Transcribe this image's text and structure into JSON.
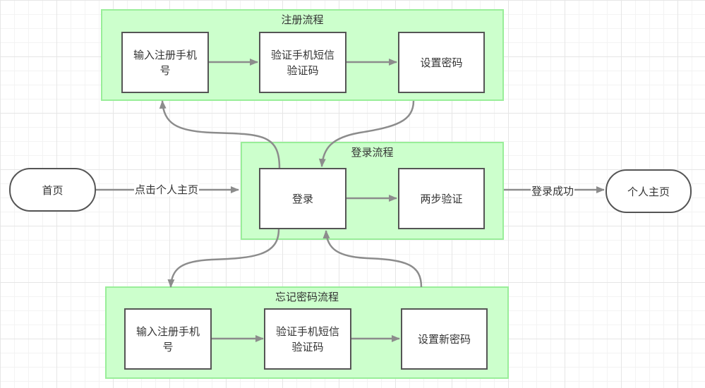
{
  "colors": {
    "group_fill": "#ccffcc",
    "group_border": "#99ee99",
    "node_border": "#555555",
    "edge": "#8c8c8c"
  },
  "groups": {
    "register": {
      "title": "注册流程"
    },
    "login": {
      "title": "登录流程"
    },
    "forgot": {
      "title": "忘记密码流程"
    }
  },
  "nodes": {
    "home": "首页",
    "personal_home": "个人主页",
    "reg_input_phone": "输入注册手机号",
    "reg_verify_sms": "验证手机短信验证码",
    "reg_set_password": "设置密码",
    "login": "登录",
    "two_step": "两步验证",
    "fp_input_phone": "输入注册手机号",
    "fp_verify_sms": "验证手机短信验证码",
    "fp_set_new_password": "设置新密码"
  },
  "edges": {
    "home_to_login": "点击个人主页",
    "login_success": "登录成功"
  }
}
